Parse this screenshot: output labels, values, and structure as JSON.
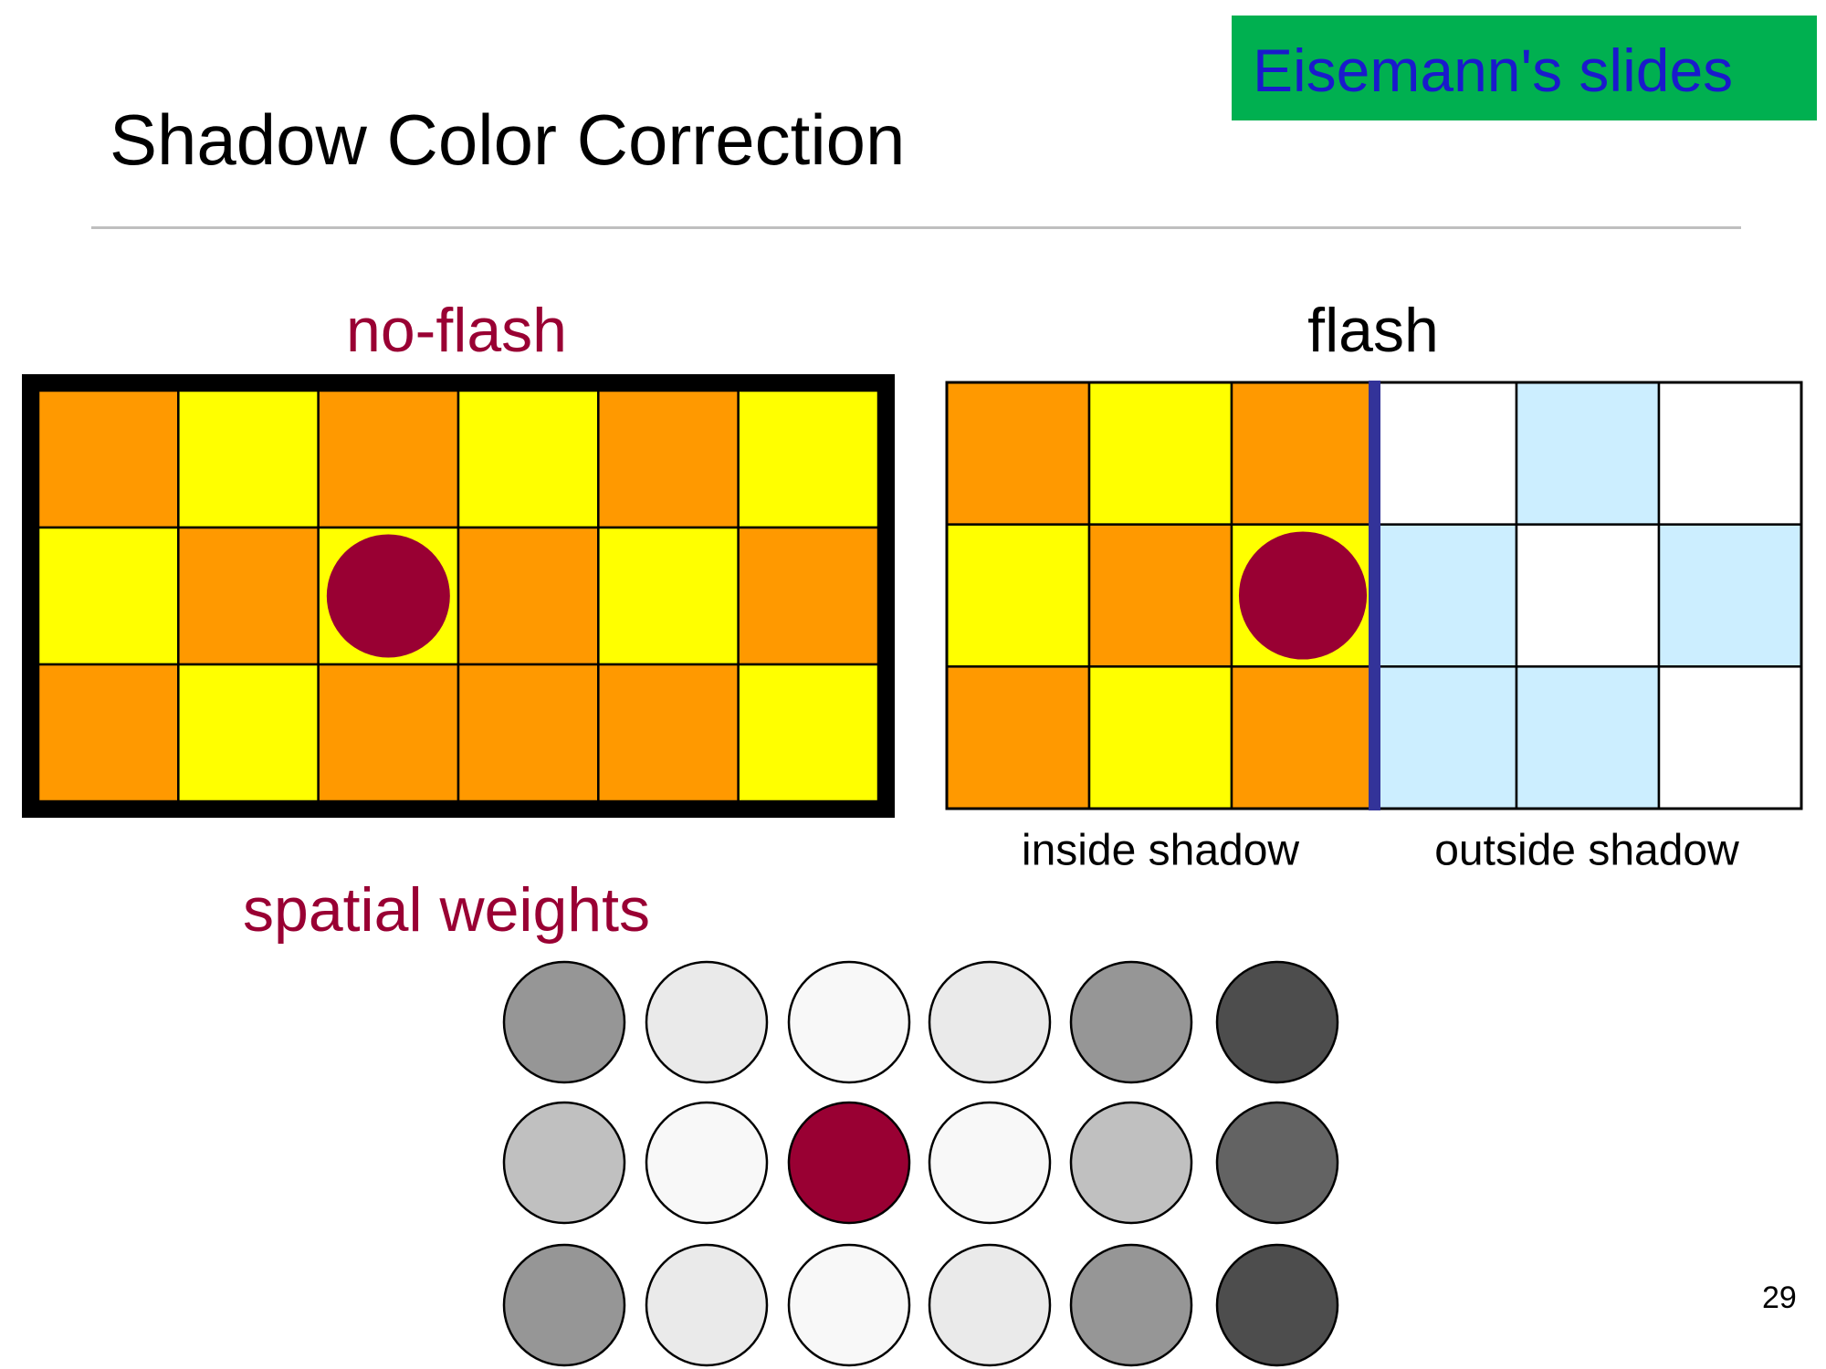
{
  "badge": {
    "label": "Eisemann's slides",
    "bg": "#00b050",
    "color": "#1a1acc"
  },
  "title": "Shadow Color Correction",
  "colors": {
    "orange": "#ff9900",
    "yellow": "#ffff00",
    "white": "#ffffff",
    "lightblue": "#cceeff",
    "dot": "#990033",
    "divider": "#333399",
    "accent_text": "#990033"
  },
  "no_flash": {
    "label": "no-flash",
    "cells": [
      [
        "orange",
        "yellow",
        "orange",
        "yellow",
        "orange",
        "yellow"
      ],
      [
        "yellow",
        "orange",
        "yellow",
        "orange",
        "yellow",
        "orange"
      ],
      [
        "orange",
        "yellow",
        "orange",
        "orange",
        "orange",
        "yellow"
      ]
    ],
    "dot": {
      "row": 1,
      "col": 2
    }
  },
  "flash": {
    "label": "flash",
    "cells": [
      [
        "orange",
        "yellow",
        "orange",
        "white",
        "lightblue",
        "white"
      ],
      [
        "yellow",
        "orange",
        "yellow",
        "lightblue",
        "white",
        "lightblue"
      ],
      [
        "orange",
        "yellow",
        "orange",
        "lightblue",
        "lightblue",
        "white"
      ]
    ],
    "dot": {
      "row": 1,
      "col": 2
    },
    "inside_label": "inside shadow",
    "outside_label": "outside shadow"
  },
  "spatial_weights": {
    "label": "spatial weights",
    "grid": [
      [
        "#969696",
        "#eaeaea",
        "#f8f8f8",
        "#eaeaea",
        "#969696",
        "#4d4d4d"
      ],
      [
        "#c0c0c0",
        "#f8f8f8",
        "#990033",
        "#f8f8f8",
        "#c0c0c0",
        "#636363"
      ],
      [
        "#969696",
        "#eaeaea",
        "#f8f8f8",
        "#eaeaea",
        "#969696",
        "#4d4d4d"
      ]
    ]
  },
  "page_number": "29"
}
